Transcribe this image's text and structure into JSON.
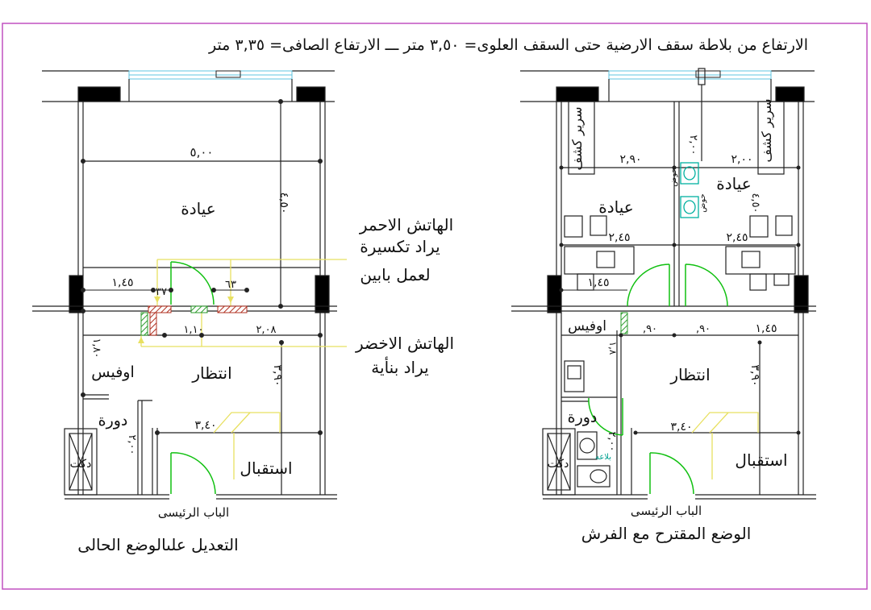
{
  "header": {
    "height_note": "الارتفاع من بلاطة سقف الارضية حتى السقف العلوى= ٣,٥٠ متر ـــ الارتفاع الصافى=  ٣,٣٥ متر"
  },
  "left_plan": {
    "caption": "التعديل علىالوضع الحالى",
    "main_door": "الباب الرئيسى",
    "rooms": {
      "clinic": "عيادة",
      "waiting": "انتظار",
      "office": "اوفيس",
      "wc": "دورة",
      "duct": "دكت",
      "reception": "استقبال"
    },
    "dims": {
      "clinic_width": "٥,٠٠",
      "clinic_depth": "٤,٥٠",
      "d_145": "١,٤٥",
      "d_37": "٣٧",
      "d_63": "٦٣",
      "d_110": "١,١٠",
      "d_208": "٢,٠٨",
      "d_180": "١,٨٠",
      "d_390": "٣,٩٠",
      "d_340": "٣,٤٠",
      "d_200": "٢,٠٠"
    },
    "notes": {
      "red_hatch": [
        "الهاتش الاحمر",
        "يراد تكسيرة",
        "لعمل بابين"
      ],
      "green_hatch": [
        "الهاتش الاخضر",
        "يراد بنأية"
      ]
    }
  },
  "right_plan": {
    "caption": "الوضع المقترح مع الفرش",
    "main_door": "الباب الرئيسى",
    "rooms": {
      "clinic_left": "عيادة",
      "clinic_right": "عيادة",
      "waiting": "انتظار",
      "office": "اوفيس",
      "wc": "دورة",
      "duct": "دكت",
      "reception": "استقبال",
      "exam_bed_left": "سرير كشف",
      "exam_bed_right": "سرير كشف"
    },
    "fixtures": {
      "basin_1": "حوض",
      "basin_2": "حوض",
      "toilet": "بلاعه"
    },
    "dims": {
      "d_290": "٢,٩٠",
      "d_200a": "٢,٠٠",
      "d_200b": "٢,٠٠",
      "d_450": "٤,٥٠",
      "d_245a": "٢,٤٥",
      "d_245b": "٢,٤٥",
      "d_145a": "١,٤٥",
      "d_145b": "١,٤٥",
      "d_90a": ",٩٠",
      "d_90b": ",٩٠",
      "d_180": "١,٨",
      "d_390": "٣,٩٠",
      "d_340": "٣,٤٠",
      "d_200c": "٢,٠٠"
    }
  },
  "colors": {
    "frame": "#c050c0",
    "wall": "#222222",
    "column": "#000000",
    "door": "#10c010",
    "window": "#5fc4e0",
    "yellow": "#e8e060",
    "red_hatch": "#b03020",
    "green_hatch": "#2a9a2a",
    "basin": "#00b0a0"
  }
}
